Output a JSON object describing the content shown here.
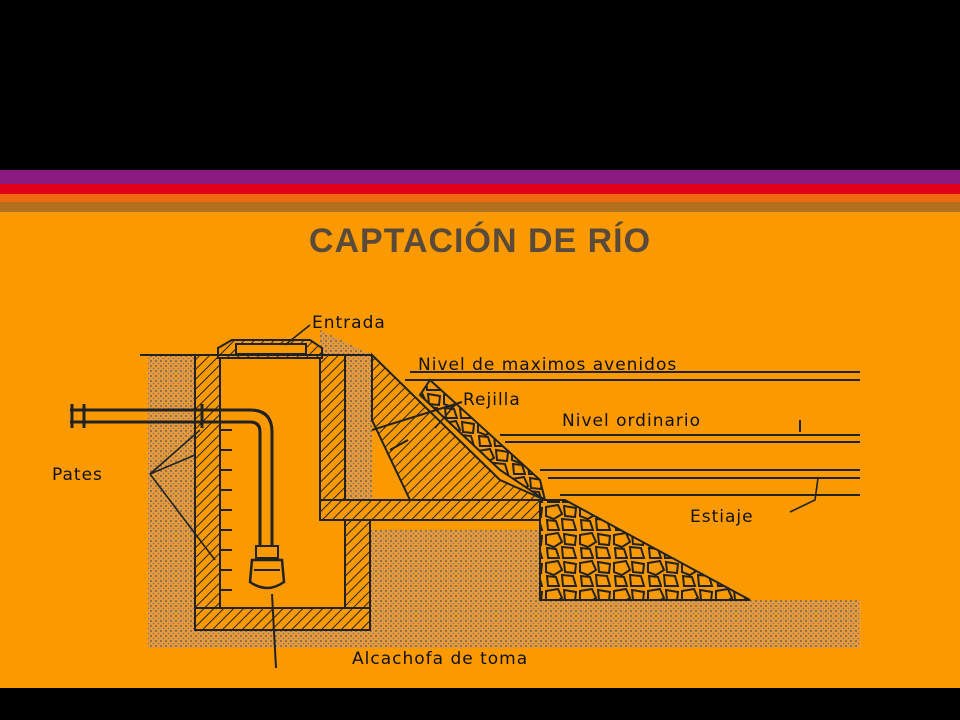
{
  "slide": {
    "title": "CAPTACIÓN DE RÍO",
    "colors": {
      "background": "#000000",
      "panel": "#fb9a00",
      "stripe_purple": "#8a1a80",
      "stripe_red": "#e0001a",
      "stripe_orange": "#f06a10",
      "stripe_brown": "#b07020"
    }
  },
  "labels": {
    "entrada": "Entrada",
    "nivel_maximas": "Nivel de maximos  avenidos",
    "rejilla": "Rejilla",
    "nivel_ordinario": "Nivel ordinario",
    "estiaje": "Estiaje",
    "pates": "Pates",
    "alcachofa": "Alcachofa de toma"
  }
}
